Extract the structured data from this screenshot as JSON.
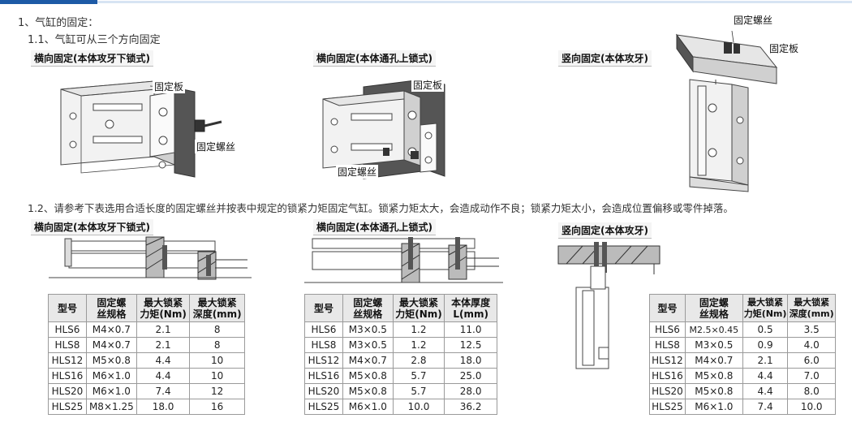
{
  "section_title": "1、气缸的固定：",
  "sub1": "1.1、气缸可从三个方向固定",
  "sub2": "1.2、请参考下表选用合适长度的固定螺丝并按表中规定的锁紧力矩固定气缸。锁紧力矩太大，会造成动作不良；锁紧力矩太小，会造成位置偏移或零件掉落。",
  "mount_labels": {
    "horizontal_tap": "横向固定(本体攻牙下锁式)",
    "horizontal_through": "横向固定(本体通孔上锁式)",
    "vertical_tap": "竖向固定(本体攻牙)"
  },
  "callouts": {
    "plate": "固定板",
    "screw": "固定螺丝"
  },
  "table1": {
    "headers": [
      [
        "型号"
      ],
      [
        "固定螺",
        "丝规格"
      ],
      [
        "最大锁紧",
        "力矩(Nm)"
      ],
      [
        "最大锁紧",
        "深度(mm)"
      ]
    ],
    "rows": [
      [
        "HLS6",
        "M4×0.7",
        "2.1",
        "8"
      ],
      [
        "HLS8",
        "M4×0.7",
        "2.1",
        "8"
      ],
      [
        "HLS12",
        "M5×0.8",
        "4.4",
        "10"
      ],
      [
        "HLS16",
        "M6×1.0",
        "4.4",
        "10"
      ],
      [
        "HLS20",
        "M6×1.0",
        "7.4",
        "12"
      ],
      [
        "HLS25",
        "M8×1.25",
        "18.0",
        "16"
      ]
    ]
  },
  "table2": {
    "headers": [
      [
        "型号"
      ],
      [
        "固定螺",
        "丝规格"
      ],
      [
        "最大锁紧",
        "力矩(Nm)"
      ],
      [
        "本体厚度",
        "L(mm)"
      ]
    ],
    "rows": [
      [
        "HLS6",
        "M3×0.5",
        "1.2",
        "11.0"
      ],
      [
        "HLS8",
        "M3×0.5",
        "1.2",
        "12.5"
      ],
      [
        "HLS12",
        "M4×0.7",
        "2.8",
        "18.0"
      ],
      [
        "HLS16",
        "M5×0.8",
        "5.7",
        "25.0"
      ],
      [
        "HLS20",
        "M5×0.8",
        "5.7",
        "28.0"
      ],
      [
        "HLS25",
        "M6×1.0",
        "10.0",
        "36.2"
      ]
    ]
  },
  "table3": {
    "headers": [
      [
        "型号"
      ],
      [
        "固定螺",
        "丝规格"
      ],
      [
        "最大锁紧",
        "力矩(Nm)"
      ],
      [
        "最大锁紧",
        "深度(mm)"
      ]
    ],
    "rows": [
      [
        "HLS6",
        "M2.5×0.45",
        "0.5",
        "3.5"
      ],
      [
        "HLS8",
        "M3×0.5",
        "0.9",
        "4.0"
      ],
      [
        "HLS12",
        "M4×0.7",
        "2.1",
        "6.0"
      ],
      [
        "HLS16",
        "M5×0.8",
        "4.4",
        "7.0"
      ],
      [
        "HLS20",
        "M5×0.8",
        "4.4",
        "8.0"
      ],
      [
        "HLS25",
        "M6×1.0",
        "7.4",
        "10.0"
      ]
    ]
  },
  "colors": {
    "accent": "#1d5aa6",
    "accent_light": "#d7e4f3",
    "table_header": "#e8e8e8"
  }
}
